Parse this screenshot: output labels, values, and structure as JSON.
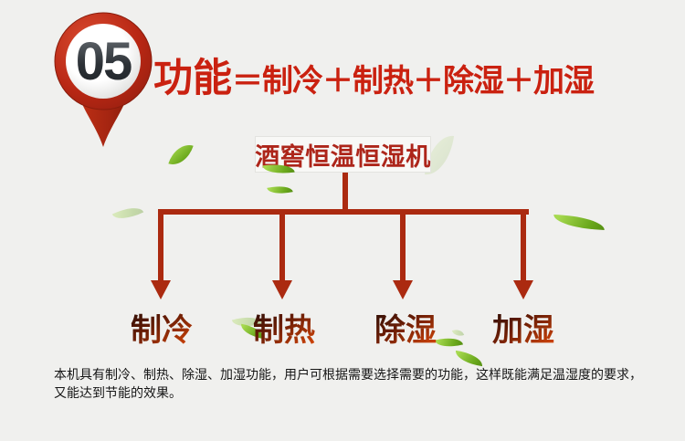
{
  "page": {
    "background_color": "#f0f0ee",
    "accent_red": "#ca2110",
    "line_red": "#ab2a10",
    "leaf_green": "#6aa81c"
  },
  "badge": {
    "number": "05"
  },
  "headline": {
    "main": "功能",
    "equation": "＝制冷＋制热＋除湿＋加湿"
  },
  "diagram": {
    "root_label": "酒窖恒温恒湿机",
    "branches": [
      {
        "label": "制冷"
      },
      {
        "label": "制热"
      },
      {
        "label": "除湿"
      },
      {
        "label": "加湿"
      }
    ]
  },
  "description": {
    "line1": "本机具有制冷、制热、除湿、加湿功能，用户可根据需要选择需要的功能，这样既能满足温湿度的要求，",
    "line2": "又能达到节能的效果。"
  }
}
